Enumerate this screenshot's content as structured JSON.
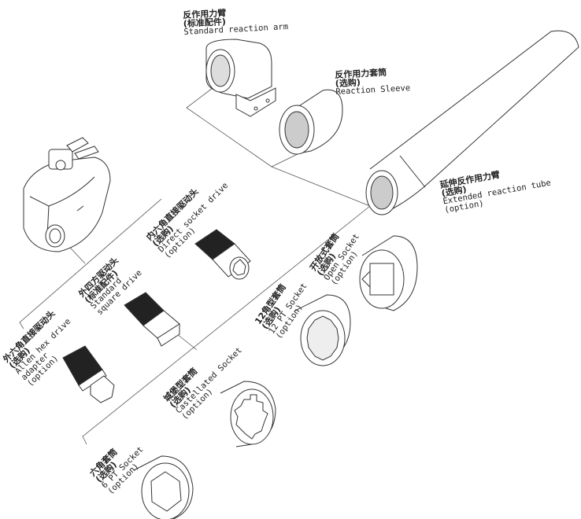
{
  "labels": {
    "reaction_arm": {
      "zh": "反作用力臂",
      "note": "(标准配件)",
      "en": "Standard reaction arm"
    },
    "reaction_sleeve": {
      "zh": "反作用力套筒",
      "note": "(选购)",
      "en": "Reaction Sleeve"
    },
    "extended_tube": {
      "zh": "延伸反作用力臂",
      "note": "(选购)",
      "en": "Extended reaction tube",
      "opt": "(option)"
    },
    "direct_socket_drive": {
      "zh": "内六角直接驱动头",
      "note": "(选购)",
      "en": "Direct socket drive",
      "opt": "(option)"
    },
    "square_drive": {
      "zh": "外四方驱动头",
      "note": "(标准配件)",
      "en": "Standard",
      "en2": "square drive"
    },
    "allen_hex": {
      "zh": "外六角直接驱动头",
      "note": "(选购)",
      "en": "Allen hex drive",
      "en2": "adapter",
      "opt": "(option)"
    },
    "open_socket": {
      "zh": "开放式套筒",
      "note": "(选购)",
      "en": "Open Socket",
      "opt": "(option)"
    },
    "socket_12pt": {
      "zh": "12角型套筒",
      "note": "(选购)",
      "en": "12 PT Socket",
      "opt": "(option)"
    },
    "castellated": {
      "zh": "城堡型套筒",
      "note": "(选购)",
      "en": "Castellated Socket",
      "opt": "(option)"
    },
    "socket_6pt": {
      "zh": "六角套筒",
      "note": "(选购)",
      "en": "6 PT Socket",
      "opt": "(option)"
    }
  }
}
